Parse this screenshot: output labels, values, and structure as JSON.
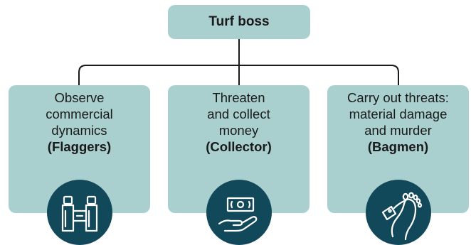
{
  "diagram": {
    "root": {
      "label": "Turf boss"
    },
    "roles": [
      {
        "description": "Observe\ncommercial\ndynamics",
        "title": "(Flaggers)",
        "icon": "binoculars-icon"
      },
      {
        "description": "Threaten\nand collect\nmoney",
        "title": "(Collector)",
        "icon": "hand-with-money-icon"
      },
      {
        "description": "Carry out threats:\nmaterial damage\nand murder",
        "title": "(Bagmen)",
        "icon": "foot-with-toe-tag-icon"
      }
    ],
    "colors": {
      "box_fill": "#a9cfcf",
      "icon_circle": "#12495a",
      "connector": "#1a1a1a",
      "icon_stroke": "#ffffff"
    }
  }
}
